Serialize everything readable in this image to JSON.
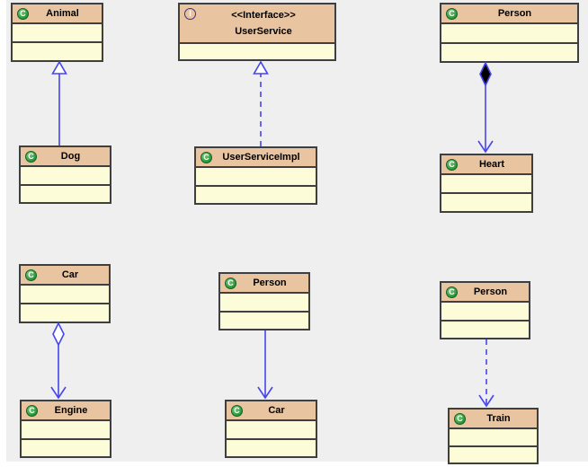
{
  "diagram": {
    "title": "UML relationship types diagram",
    "colors": {
      "canvas_bg": "#efefef",
      "page_bg": "#ffffff",
      "header_bg": "#e9c4a1",
      "compartment_bg": "#fcfcd9",
      "box_border": "#3f3f3f",
      "connector_blue": "#4545ee",
      "class_icon_green": "#2f9a3d",
      "interface_icon_purple": "#6a5bbf"
    },
    "classes": [
      {
        "name": "Animal",
        "kind": "class",
        "icon_letter": "C",
        "compartments": 2
      },
      {
        "name": "Dog",
        "kind": "class",
        "icon_letter": "C",
        "compartments": 2
      },
      {
        "name": "UserService",
        "kind": "interface",
        "icon_letter": "I",
        "stereotype": "<<Interface>>",
        "compartments": 1
      },
      {
        "name": "UserServiceImpl",
        "kind": "class",
        "icon_letter": "C",
        "compartments": 2
      },
      {
        "name": "Person",
        "kind": "class",
        "icon_letter": "C",
        "compartments": 2
      },
      {
        "name": "Heart",
        "kind": "class",
        "icon_letter": "C",
        "compartments": 2
      },
      {
        "name": "Car",
        "kind": "class",
        "icon_letter": "C",
        "compartments": 2
      },
      {
        "name": "Engine",
        "kind": "class",
        "icon_letter": "C",
        "compartments": 2
      },
      {
        "name": "Person",
        "kind": "class",
        "icon_letter": "C",
        "compartments": 2
      },
      {
        "name": "Car",
        "kind": "class",
        "icon_letter": "C",
        "compartments": 2
      },
      {
        "name": "Person",
        "kind": "class",
        "icon_letter": "C",
        "compartments": 2
      },
      {
        "name": "Train",
        "kind": "class",
        "icon_letter": "C",
        "compartments": 2
      }
    ],
    "relations": [
      {
        "from": "Dog",
        "to": "Animal",
        "type": "inheritance",
        "line": "solid",
        "end": "hollow-triangle"
      },
      {
        "from": "UserServiceImpl",
        "to": "UserService",
        "type": "realization",
        "line": "dashed",
        "end": "hollow-triangle"
      },
      {
        "from": "Person",
        "to": "Heart",
        "type": "composition",
        "line": "solid",
        "end": "filled-diamond + open-arrow"
      },
      {
        "from": "Car",
        "to": "Engine",
        "type": "aggregation",
        "line": "solid",
        "end": "hollow-diamond + open-arrow"
      },
      {
        "from": "Person",
        "to": "Car",
        "type": "association",
        "line": "solid",
        "end": "open-arrow"
      },
      {
        "from": "Person",
        "to": "Train",
        "type": "dependency",
        "line": "dashed",
        "end": "open-arrow"
      }
    ]
  }
}
